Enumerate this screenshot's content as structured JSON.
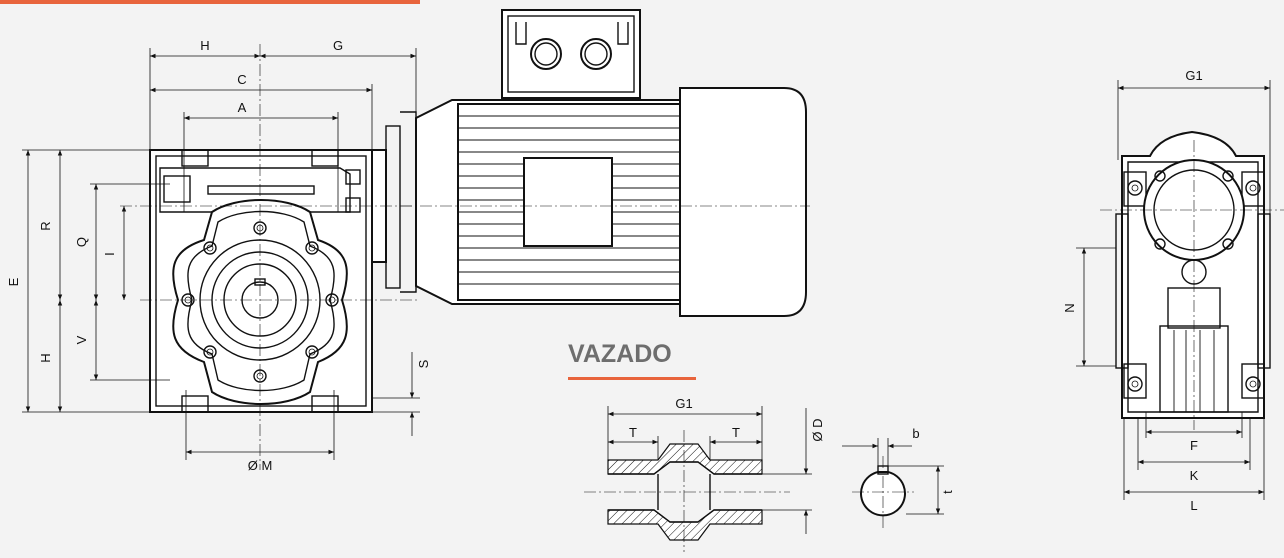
{
  "colors": {
    "accent": "#e8643c",
    "line": "#111111",
    "background": "#f3f3f3"
  },
  "labels": {
    "H": "H",
    "G": "G",
    "C": "C",
    "A": "A",
    "R": "R",
    "Q": "Q",
    "I": "I",
    "E": "E",
    "V": "V",
    "H_left": "H",
    "S": "S",
    "OM": "Ø M",
    "G1_top": "G1",
    "N": "N",
    "F": "F",
    "K": "K",
    "L": "L",
    "vazado": "VAZADO",
    "G1_shaft": "G1",
    "T_left": "T",
    "T_right": "T",
    "OD": "Ø D",
    "b": "b",
    "t": "t"
  }
}
